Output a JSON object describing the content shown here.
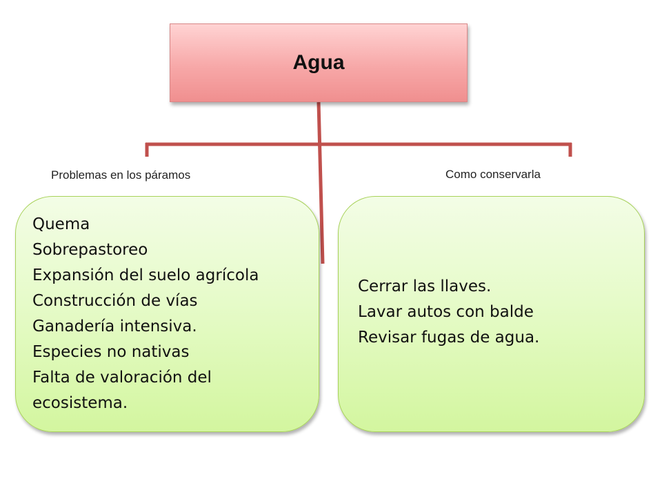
{
  "root": {
    "title": "Agua"
  },
  "branches": [
    {
      "label": "Problemas en los páramos",
      "items": [
        "Quema",
        "Sobrepastoreo",
        "Expansión del suelo agrícola",
        "Construcción de vías",
        "Ganadería intensiva.",
        "Especies no nativas",
        "Falta de valoración del",
        "ecosistema."
      ]
    },
    {
      "label": "Como conservarla",
      "items": [
        "Cerrar las llaves.",
        "Lavar autos con balde",
        "Revisar fugas de agua."
      ]
    }
  ],
  "colors": {
    "connector": "#c0504d",
    "root_fill": "#f7a8a8",
    "box_fill": "#e6fbc9",
    "box_border": "#a8d25a"
  }
}
